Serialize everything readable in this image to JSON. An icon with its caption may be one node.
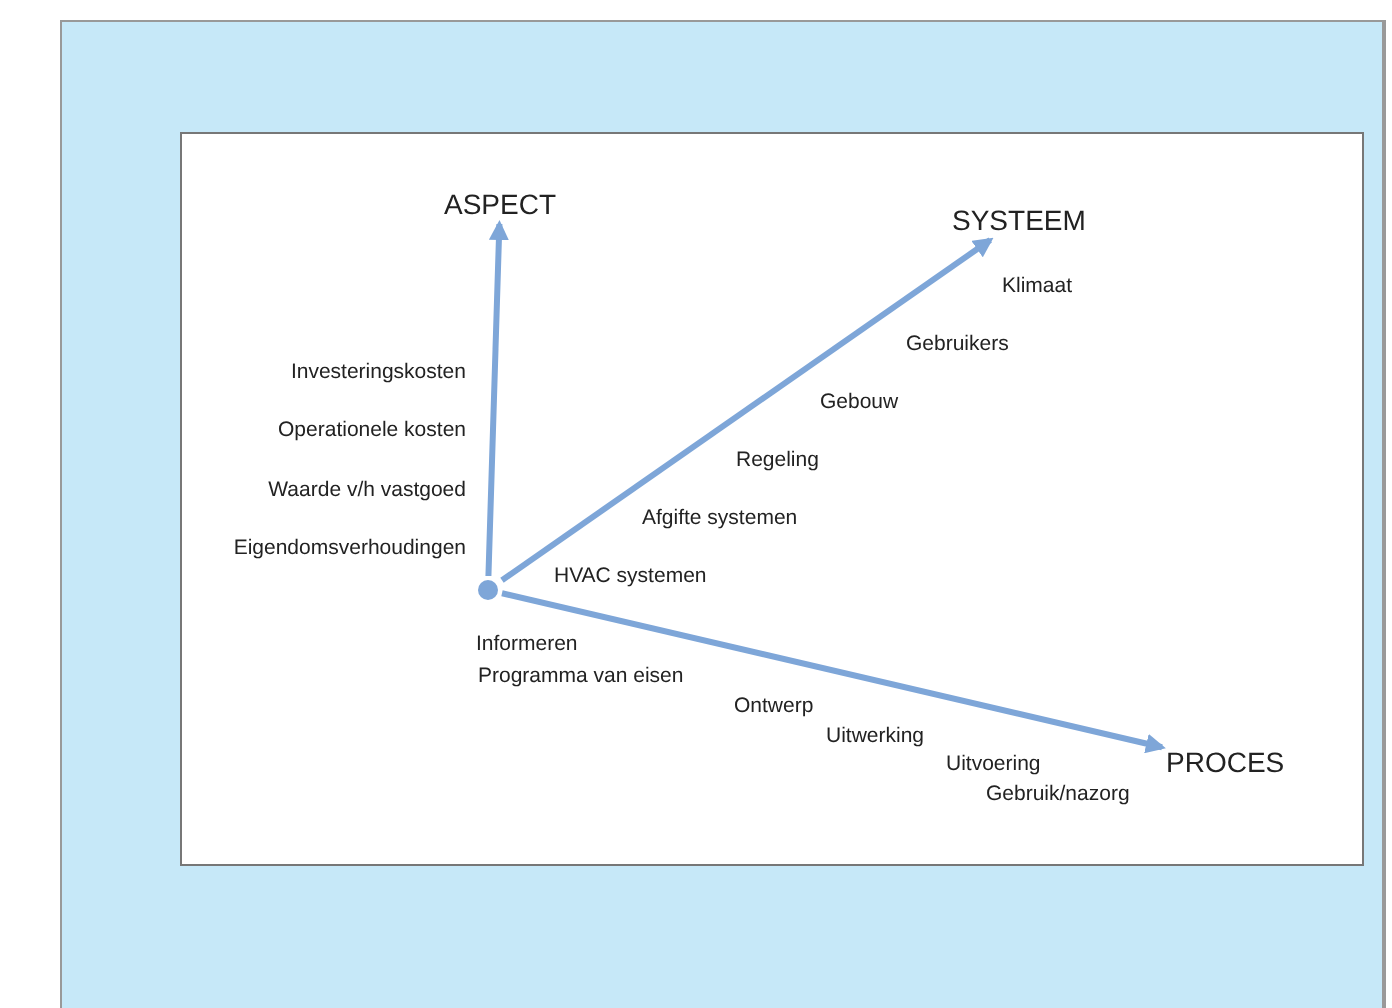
{
  "diagram": {
    "nodes": [
      {
        "text": [],
        "shape": "circle"
      },
      {
        "text": [
          "ASPECT"
        ]
      },
      {
        "text": [
          "SYSTEEM"
        ]
      },
      {
        "text": [
          "PROCES"
        ]
      }
    ],
    "edges": [
      {
        "from": 0,
        "to": 1,
        "arrow": "to"
      },
      {
        "from": 0,
        "to": 2,
        "arrow": "to"
      },
      {
        "from": 0,
        "to": 3,
        "arrow": "to"
      }
    ],
    "labels": [
      "Klimaat",
      "Gebruikers",
      "Gebouw",
      "Investeringskosten",
      "Regeling",
      "Operationele kosten",
      "Afgifte systemen",
      "Waarde v/h vastgoed",
      "Eigendomsverhoudingen",
      "HVAC systemen",
      "Informeren",
      "Programma van eisen",
      "Ontwerp",
      "Uitwerking",
      "Uitvoering",
      "Gebruik/nazorg"
    ]
  }
}
